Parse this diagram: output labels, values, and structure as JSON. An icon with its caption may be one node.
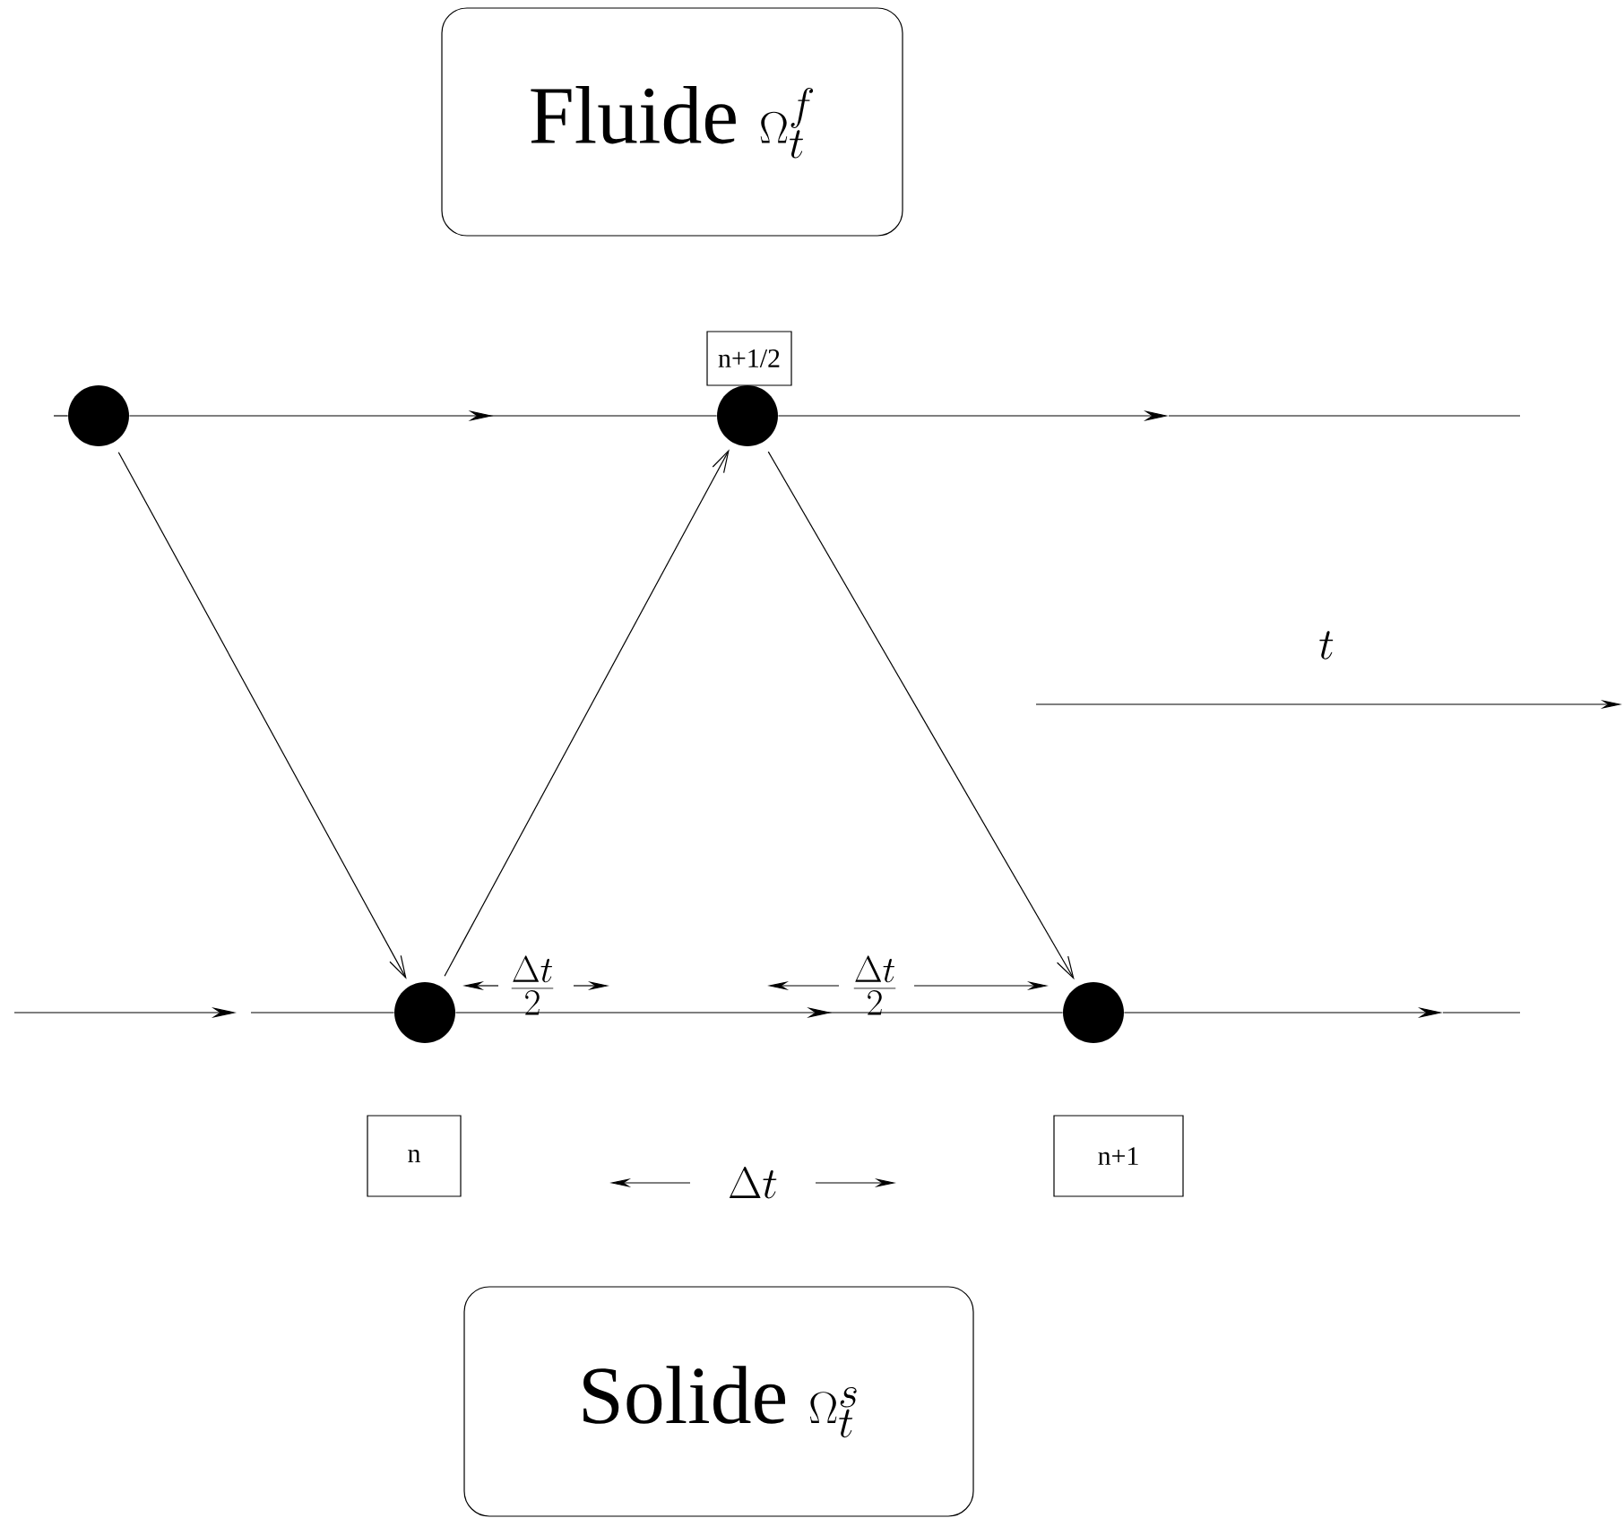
{
  "diagram": {
    "nodes": [
      {
        "text": [
          "\\mathrm{Fluide}\\ \\Omega^{f}_{t}"
        ]
      },
      {
        "text": [
          "n+1/2"
        ]
      },
      {
        "text": [
          "n"
        ]
      },
      {
        "text": [
          "n+1"
        ]
      },
      {
        "text": [
          "\\mathrm{Solide}\\ \\Omega^{s}_{t}"
        ]
      },
      {
        "text": [],
        "shape": "circle"
      },
      {
        "text": [],
        "shape": "circle"
      },
      {
        "text": [],
        "shape": "circle"
      },
      {
        "text": [],
        "shape": "circle"
      }
    ],
    "edges": [
      {
        "from": null,
        "to": 5,
        "arrow": "none"
      },
      {
        "from": 5,
        "to": 6,
        "arrow": "to"
      },
      {
        "from": 6,
        "to": null,
        "arrow": "to"
      },
      {
        "from": null,
        "to": 7,
        "arrow": "none"
      },
      {
        "from": 7,
        "to": 8,
        "arrow": "to"
      },
      {
        "from": 8,
        "to": null,
        "arrow": "to"
      },
      {
        "from": 5,
        "to": 7,
        "arrow": "to"
      },
      {
        "from": 7,
        "to": 6,
        "arrow": "to"
      },
      {
        "from": 6,
        "to": 8,
        "arrow": "to"
      }
    ],
    "labels": [
      "t",
      "\\frac{\\Delta t}{2}",
      "\\frac{\\Delta t}{2}",
      "\\Delta t"
    ]
  }
}
